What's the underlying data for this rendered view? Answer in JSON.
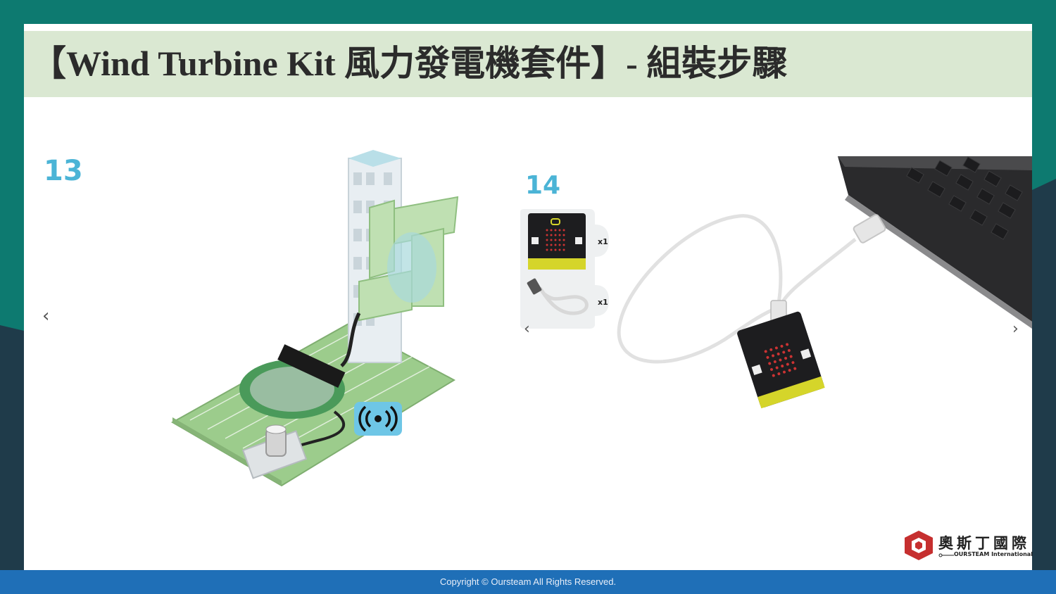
{
  "header": {
    "title": "【Wind Turbine Kit 風力發電機套件】- 組裝步驟"
  },
  "steps": [
    {
      "number": "13"
    },
    {
      "number": "14",
      "parts": [
        {
          "qty": "x1"
        },
        {
          "qty": "x1"
        }
      ]
    }
  ],
  "nav": {
    "prev": "‹",
    "next": "›"
  },
  "logo": {
    "name_cn": "奧斯丁國際",
    "name_en": "OURSTEAM International"
  },
  "footer": {
    "copyright": "Copyright © Oursteam All Rights Reserved."
  },
  "colors": {
    "teal": "#0d7a70",
    "header_green": "#dae8d2",
    "footer_blue": "#1f6fb7",
    "step_blue": "#4bb4d6",
    "logo_red": "#c62f2f"
  }
}
